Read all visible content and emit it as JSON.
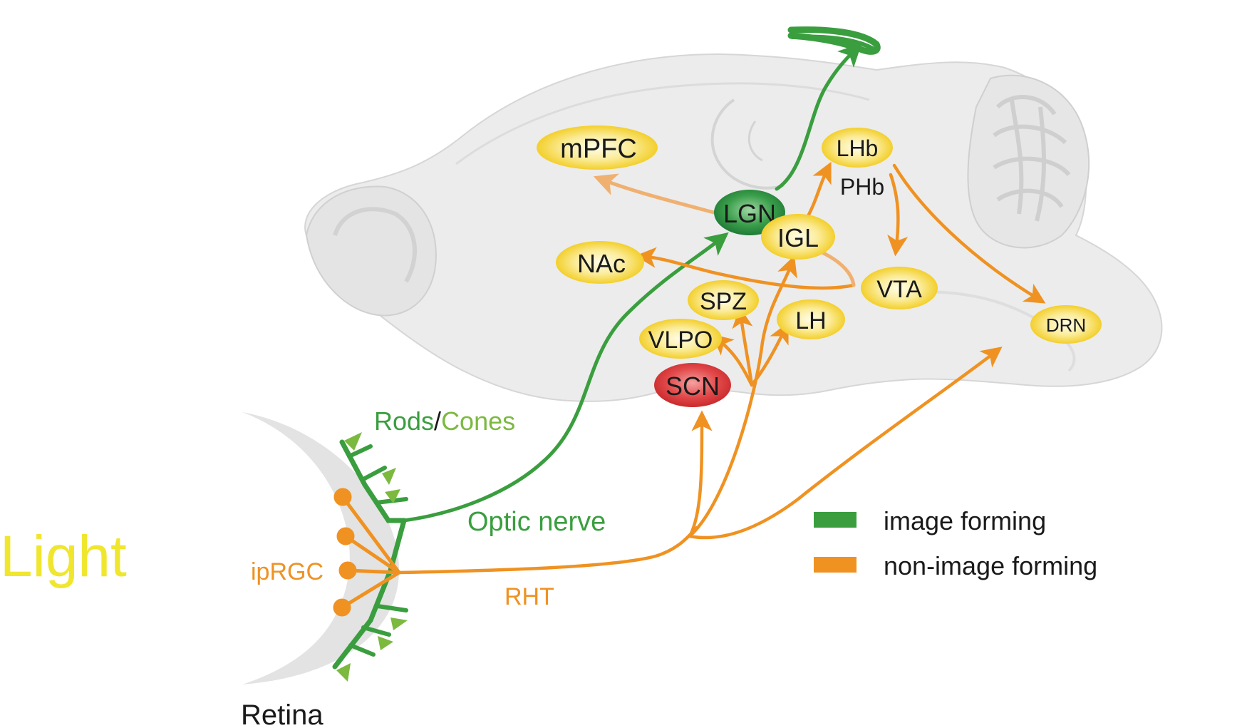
{
  "labels": {
    "light": "Light",
    "retina": "Retina",
    "rods": "Rods",
    "slash": "/",
    "cones": "Cones",
    "optic_nerve": "Optic nerve",
    "iprgc": "ipRGC",
    "rht": "RHT"
  },
  "regions": {
    "mpfc": "mPFC",
    "lgn": "LGN",
    "igl": "IGL",
    "lhb": "LHb",
    "phb": "PHb",
    "nac": "NAc",
    "spz": "SPZ",
    "vlpo": "VLPO",
    "lh": "LH",
    "scn": "SCN",
    "vta": "VTA",
    "drn": "DRN"
  },
  "legend": {
    "image_forming": "image forming",
    "non_image_forming": "non-image forming"
  },
  "colors": {
    "green": "#3a9e3f",
    "light_green": "#7cb93f",
    "orange": "#ef9222",
    "yellow_text": "#f0e62e",
    "region_yellow": "#f5d742",
    "lgn_green": "#2e8b3f",
    "scn_red": "#e0383a",
    "brain_gray": "#ececec",
    "retina_gray": "#e2e3e2"
  }
}
